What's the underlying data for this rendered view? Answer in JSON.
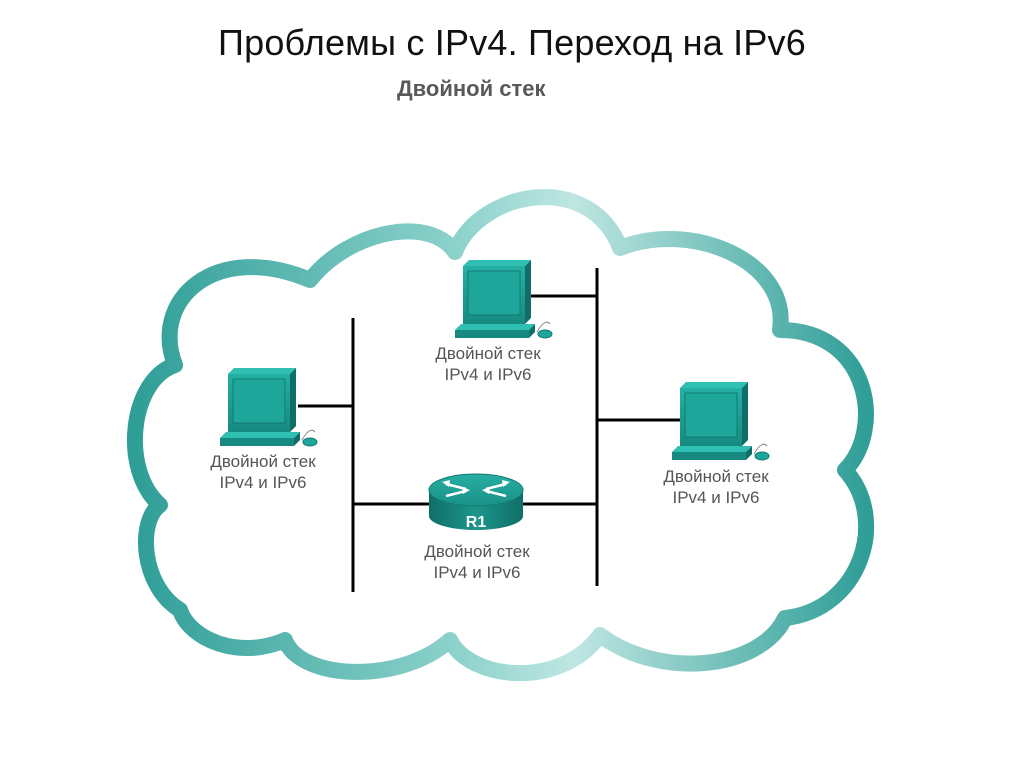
{
  "slide": {
    "title": "Проблемы с IPv4. Переход на IPv6"
  },
  "diagram": {
    "title": "Двойной стек",
    "colors": {
      "cloud": "#3aa7a0",
      "cloud_light": "#bfe6e2",
      "device": "#1f9e94",
      "device_dark": "#13756e",
      "line": "#000000",
      "text": "#555555"
    },
    "nodes": [
      {
        "id": "pc-left",
        "icon": "desktop-pc-icon",
        "line1": "Двойной стек",
        "line2": "IPv4 и IPv6"
      },
      {
        "id": "pc-top",
        "icon": "desktop-pc-icon",
        "line1": "Двойной стек",
        "line2": "IPv4 и IPv6"
      },
      {
        "id": "pc-right",
        "icon": "desktop-pc-icon",
        "line1": "Двойной стек",
        "line2": "IPv4 и IPv6"
      },
      {
        "id": "router-r1",
        "icon": "router-icon",
        "label": "R1",
        "line1": "Двойной стек",
        "line2": "IPv4 и IPv6"
      }
    ]
  }
}
